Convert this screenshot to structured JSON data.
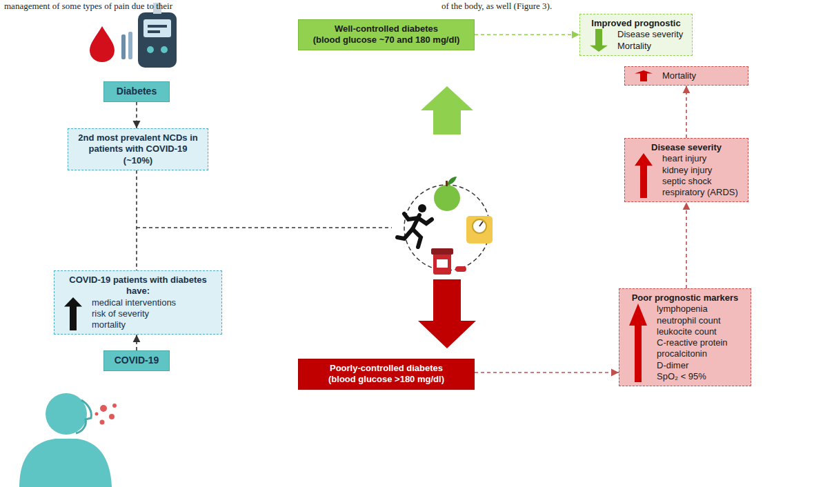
{
  "diagram": {
    "nodes": [
      {
        "text": [
          "Diabetes"
        ]
      },
      {
        "text": [
          "2nd most prevalent NCDs in patients with COVID-19 (~10%)"
        ]
      },
      {
        "text": [
          "COVID-19 patients with diabetes have:",
          "medical interventions",
          "risk of severity",
          "mortality"
        ]
      },
      {
        "text": [
          "COVID-19"
        ]
      },
      {
        "text": [
          "Well-controlled diabetes",
          "(blood glucose ~70 and 180 mg/dl)"
        ]
      },
      {
        "text": [
          "Improved prognostic",
          "Disease severity",
          "Mortality"
        ]
      },
      {
        "text": [
          "Poorly-controlled diabetes",
          "(blood glucose >180 mg/dl)"
        ]
      },
      {
        "text": [
          "Mortality"
        ]
      },
      {
        "text": [
          "Disease severity",
          "heart injury",
          "kidney injury",
          "septic shock",
          "respiratory (ARDS)"
        ]
      },
      {
        "text": [
          "Poor prognostic markers",
          "lymphopenia",
          "neutrophil count",
          "leukocite count",
          "C-reactive protein",
          "procalcitonin",
          "D-dimer",
          "SpO₂ < 95%"
        ]
      }
    ],
    "edges": [
      {
        "from": 0,
        "to": 1,
        "arrow": "to"
      },
      {
        "from": 1,
        "to": 2,
        "arrow": "none"
      },
      {
        "from": 3,
        "to": 2,
        "arrow": "to"
      },
      {
        "from": 4,
        "to": 5,
        "arrow": "to"
      },
      {
        "from": 6,
        "to": 9,
        "arrow": "to"
      },
      {
        "from": 9,
        "to": 8,
        "arrow": "to"
      },
      {
        "from": 8,
        "to": 7,
        "arrow": "to"
      }
    ],
    "labels": [
      "management of some types of pain due to their",
      "of the body, as well (Figure 3)."
    ]
  }
}
